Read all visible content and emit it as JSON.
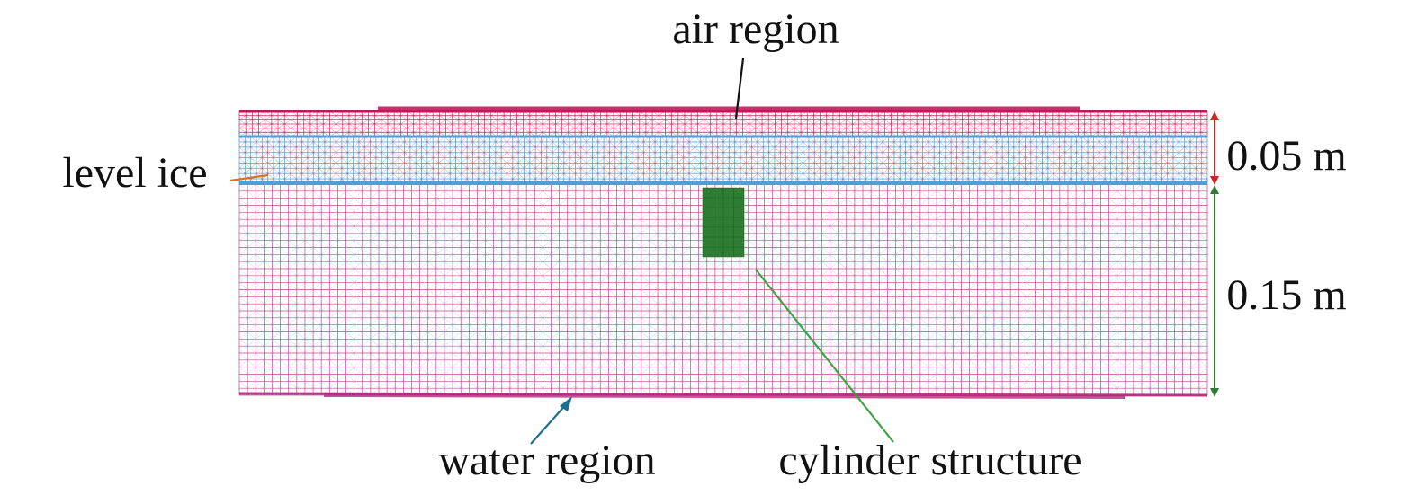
{
  "labels": {
    "air_region": "air region",
    "level_ice": "level ice",
    "water_region": "water region",
    "cylinder_structure": "cylinder structure",
    "ice_thickness": "0.05 m",
    "water_depth": "0.15 m"
  },
  "colors": {
    "air_mesh": "#c2185b",
    "ice_mesh": "#4f9fd6",
    "water_mesh": "#b5287a",
    "water_diagonal": "#7fb0d8",
    "cylinder": "#2e7d32",
    "air_dimension": "#c62828",
    "water_dimension": "#2e7d32",
    "ice_leader": "#e07020",
    "water_leader": "#1f6f8b",
    "cylinder_leader": "#43a047",
    "text": "#111111"
  }
}
